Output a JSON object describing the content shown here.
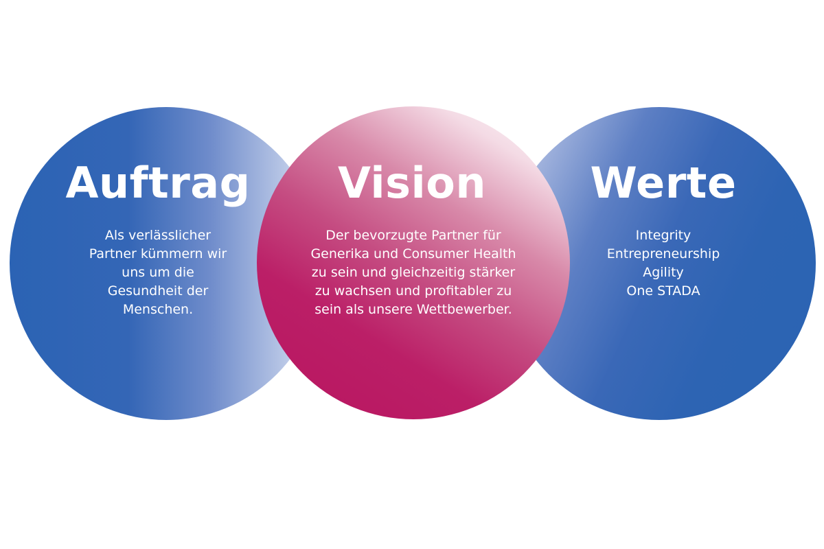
{
  "diagram": {
    "circles": [
      {
        "id": "auftrag",
        "title": "Auftrag",
        "lines": [
          "Als verlässlicher",
          "Partner kümmern wir",
          "uns um die",
          "Gesundheit der",
          "Menschen."
        ],
        "color_start": "#2b63b4",
        "color_end": "#dfe6f4"
      },
      {
        "id": "vision",
        "title": "Vision",
        "lines": [
          "Der bevorzugte Partner für",
          "Generika und Consumer Health",
          "zu sein und gleichzeitig stärker",
          "zu wachsen und profitabler zu",
          "sein als unsere Wettbewerber."
        ],
        "color_start": "#b8145f",
        "color_end": "#ffffff"
      },
      {
        "id": "werte",
        "title": "Werte",
        "lines": [
          "Integrity",
          "Entrepreneurship",
          "Agility",
          "One STADA"
        ],
        "color_start": "#2b63b3",
        "color_end": "#d9e1f2"
      }
    ]
  }
}
